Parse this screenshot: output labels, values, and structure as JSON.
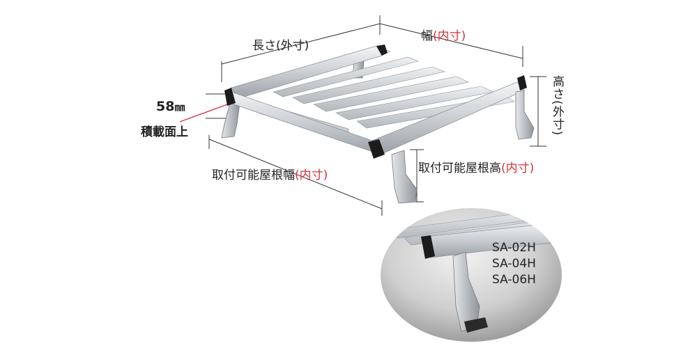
{
  "dimensions": {
    "length_label": "長さ(外寸)",
    "width_label": "幅",
    "width_note": "(内寸)",
    "height_label": "高さ(外寸)",
    "clearance_value": "58",
    "clearance_unit": "㎜",
    "load_surface_label": "積載面上",
    "mount_width_label": "取付可能屋根幅",
    "mount_width_note": "(内寸)",
    "mount_height_label": "取付可能屋根高",
    "mount_height_note": "(内寸)"
  },
  "inset": {
    "models": [
      "SA-02H",
      "SA-04H",
      "SA-06H"
    ]
  },
  "colors": {
    "accent_red": "#d2323a",
    "line": "#333333",
    "aluminum": "#d4d8dc",
    "cap": "#1c1c1c"
  }
}
